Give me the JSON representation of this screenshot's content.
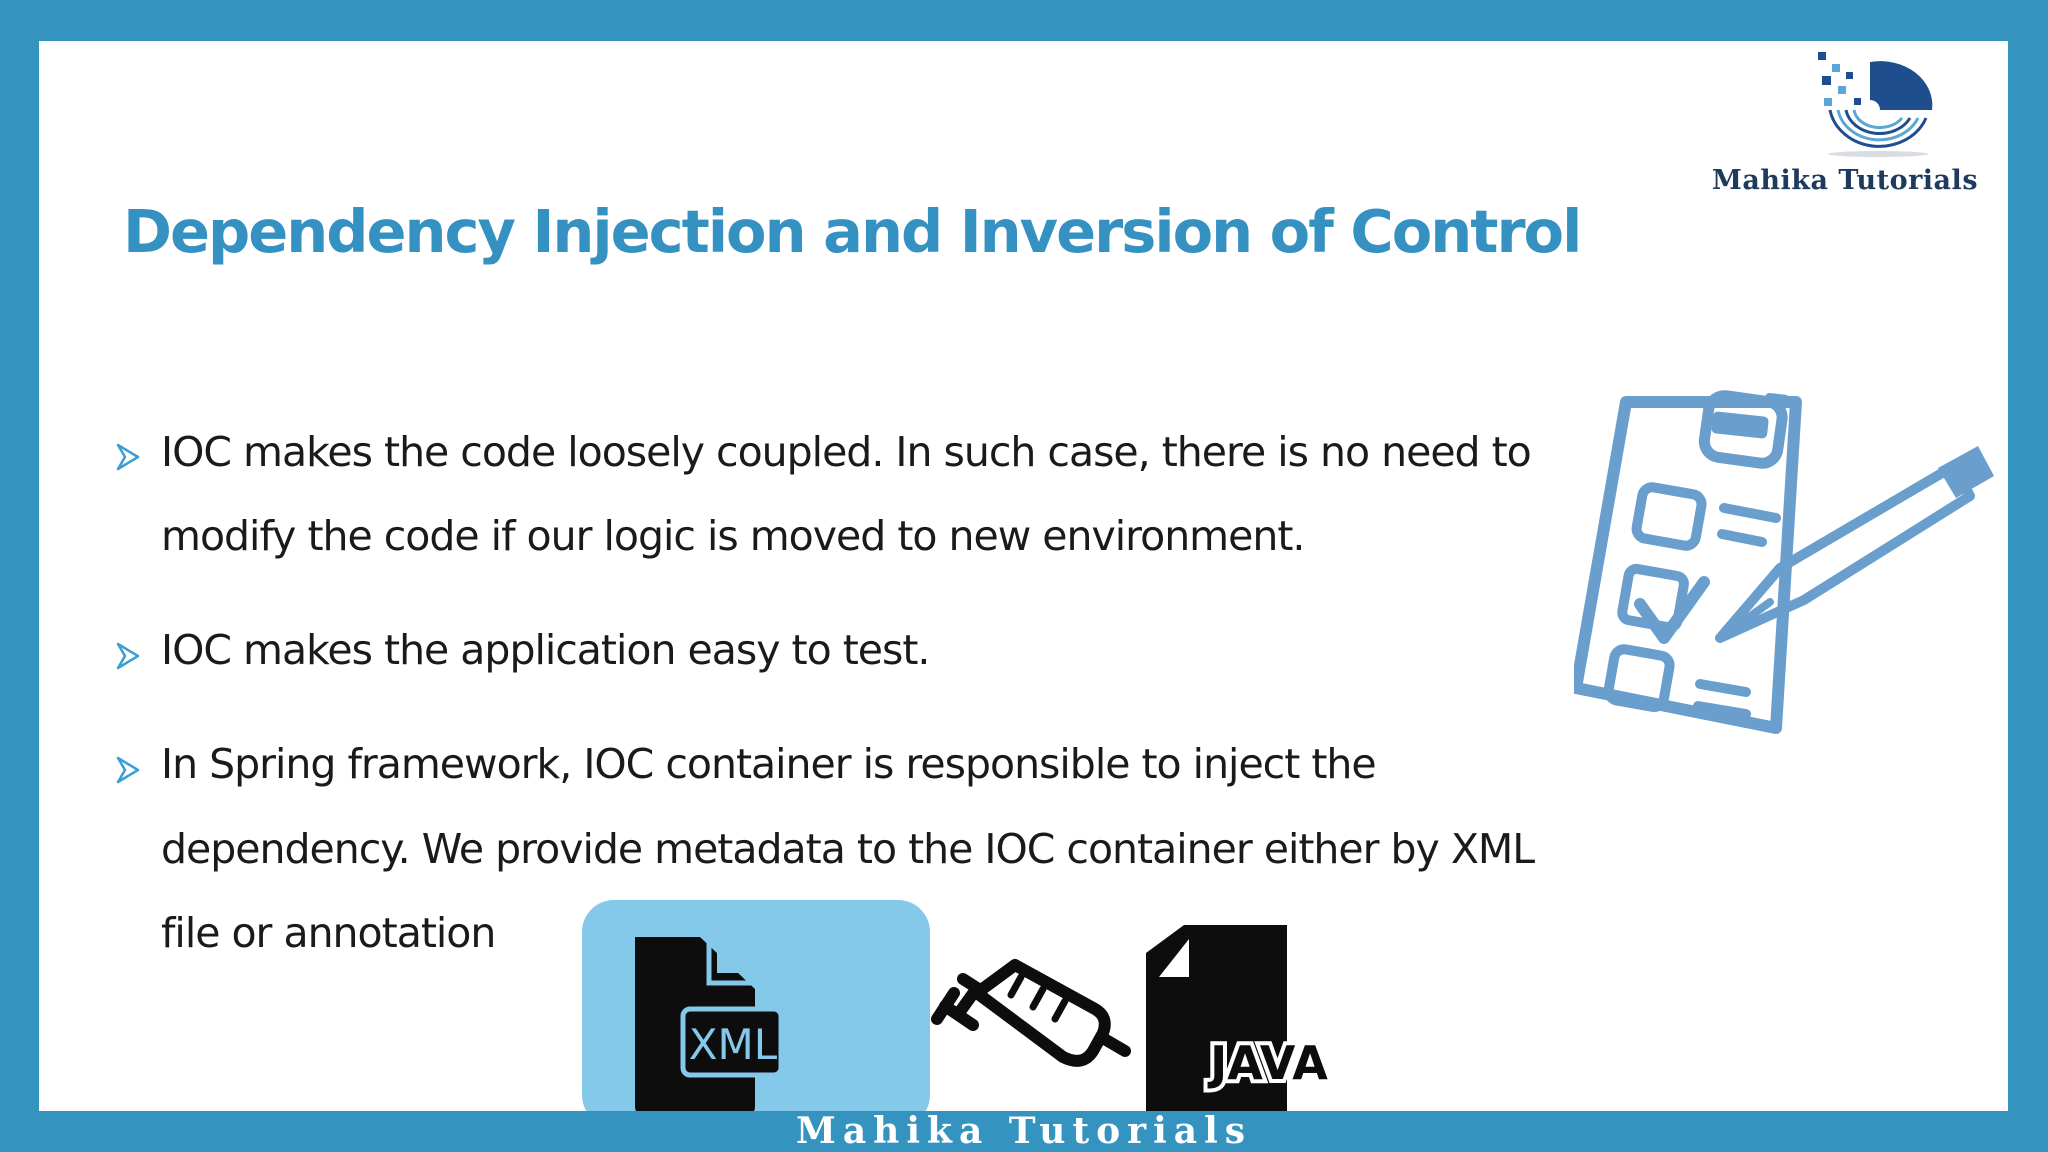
{
  "logo": {
    "icon": "mahika-logo-icon",
    "text": "Mahika Tutorials"
  },
  "slide": {
    "title": "Dependency Injection and Inversion of Control",
    "bullets": [
      {
        "lines": [
          "IOC makes the code loosely coupled. In such case, there is no need to",
          "modify the code if our logic is moved to new environment."
        ]
      },
      {
        "lines": [
          "IOC makes the application easy to test."
        ]
      },
      {
        "lines": [
          "In Spring framework, IOC container is responsible to inject the",
          "dependency. We provide metadata to the IOC container either by XML",
          "file or annotation"
        ]
      }
    ]
  },
  "illustrations": {
    "clipboard": "clipboard-checklist-icon",
    "xml_label": "XML",
    "java_label": "JAVA"
  },
  "footer": {
    "text": "Mahika Tutorials"
  },
  "colors": {
    "frame": "#3593bf",
    "title": "#3591c2",
    "bullet": "#3b9fd4",
    "clipboard": "#6a9fcd",
    "xml_panel": "#84c8ea",
    "logo_text": "#1e3a5f"
  }
}
